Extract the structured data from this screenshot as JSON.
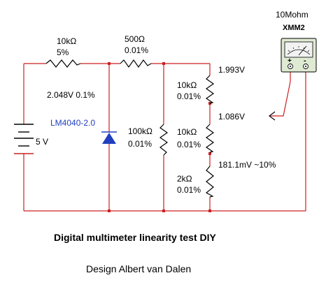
{
  "colors": {
    "wire": "#cc2020",
    "component": "#000000",
    "diode": "#1f3fbf",
    "node": "#cc2020",
    "meter_body": "#dfead3",
    "meter_face": "#f2f2f2"
  },
  "meter": {
    "impedance": "10Mohm",
    "name": "XMM2",
    "plus": "+",
    "minus": "-",
    "icon": "multimeter-icon"
  },
  "components": {
    "r_series": {
      "value": "10kΩ",
      "tolerance": "5%"
    },
    "r_500": {
      "value": "500Ω",
      "tolerance": "0.01%"
    },
    "reference_note": "2.048V 0.1%",
    "diode_name": "LM4040-2.0",
    "battery": "5 V",
    "r_100k": {
      "value": "100kΩ",
      "tolerance": "0.01%"
    },
    "r_div_top": {
      "value": "10kΩ",
      "tolerance": "0.01%"
    },
    "r_div_mid": {
      "value": "10kΩ",
      "tolerance": "0.01%"
    },
    "r_div_bottom": {
      "value": "2kΩ",
      "tolerance": "0.01%"
    }
  },
  "voltages": {
    "v1": "1.993V",
    "v2": "1.086V",
    "v3": "181.1mV ~10%"
  },
  "caption": {
    "title": "Digital multimeter linearity test DIY",
    "credit": "Design Albert van Dalen"
  }
}
